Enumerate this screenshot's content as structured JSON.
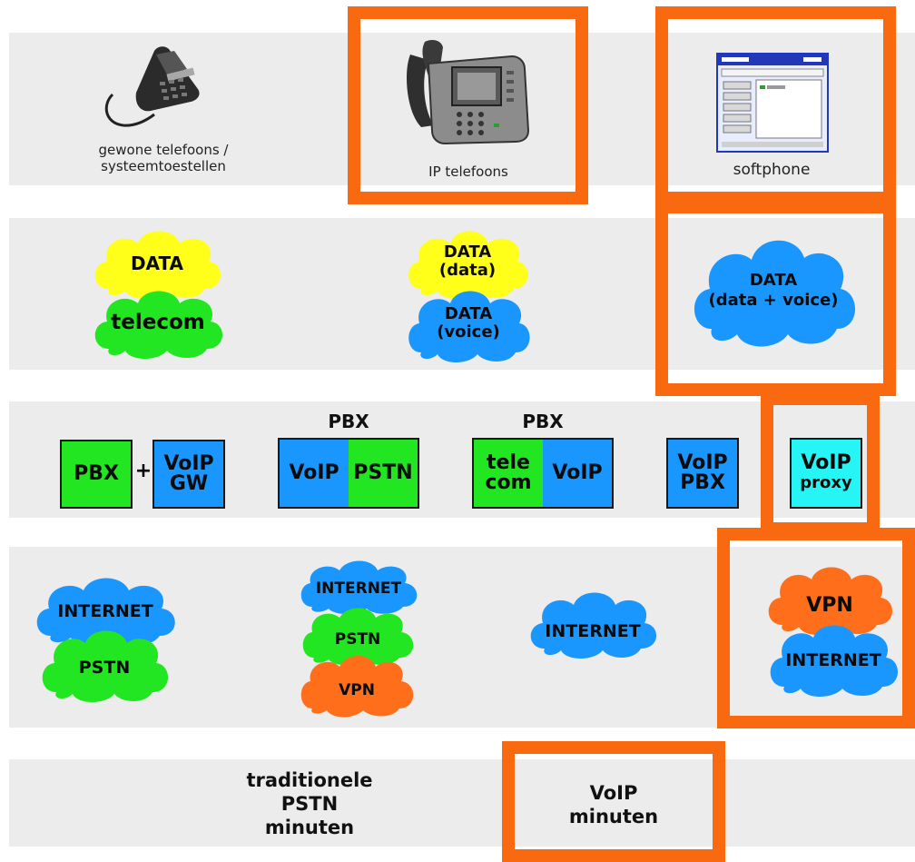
{
  "colors": {
    "highlight": "#f96a10",
    "band": "#ececec",
    "yellow": "#ffff1a",
    "green": "#22e622",
    "blue": "#1a96ff",
    "cyan": "#27f5f5",
    "orange": "#ff6e1a"
  },
  "devices": {
    "regular_phone_caption": "gewone telefoons /\nsysteemtoestellen",
    "ip_phone_caption": "IP telefoons",
    "softphone_caption": "softphone"
  },
  "networks_row": {
    "col1": [
      "DATA",
      "telecom"
    ],
    "col2": [
      "DATA\n(data)",
      "DATA\n(voice)"
    ],
    "col3": [
      "DATA\n(data + voice)"
    ]
  },
  "switching_row": {
    "pbx": "PBX",
    "plus": "+",
    "voip_gw": "VoIP\nGW",
    "pbx_header_1": "PBX",
    "voip": "VoIP",
    "pstn": "PSTN",
    "pbx_header_2": "PBX",
    "telecom": "tele\ncom",
    "voip_2": "VoIP",
    "voip_pbx": "VoIP\nPBX",
    "voip_proxy_top": "VoIP",
    "voip_proxy_bottom": "proxy"
  },
  "carrier_row": {
    "col1": [
      "INTERNET",
      "PSTN"
    ],
    "col2": [
      "INTERNET",
      "PSTN",
      "VPN"
    ],
    "col3": [
      "INTERNET"
    ],
    "col4": [
      "VPN",
      "INTERNET"
    ]
  },
  "minutes_row": {
    "traditional": "traditionele\nPSTN\nminuten",
    "voip": "VoIP\nminuten"
  }
}
